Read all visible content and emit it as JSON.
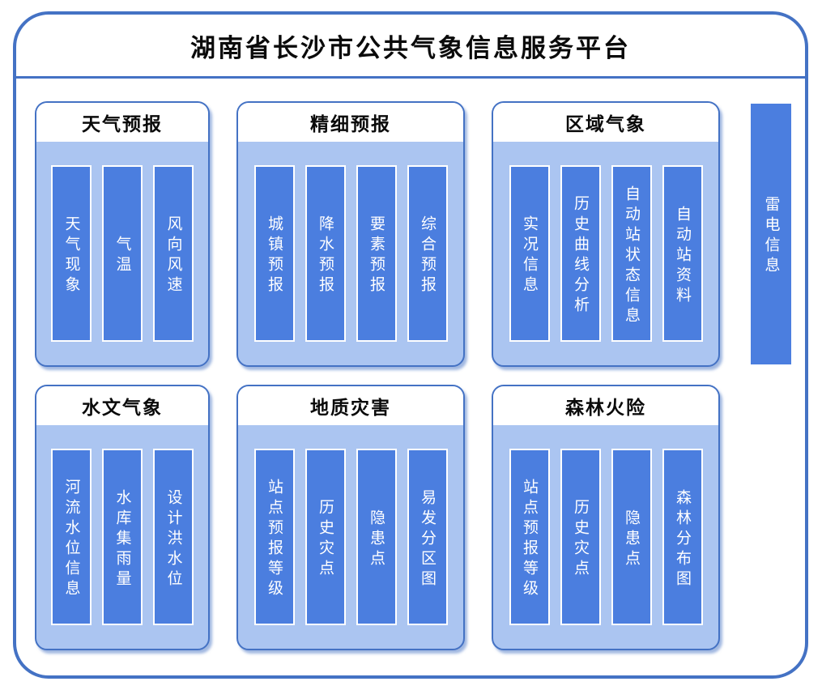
{
  "title": "湖南省长沙市公共气象信息服务平台",
  "colors": {
    "accent": "#4472C4",
    "bar_fill": "#4B7EDF",
    "panel_fill": "#ABC5F1",
    "bar_text": "#FFFFFF",
    "header_text": "#0A0A0A"
  },
  "groups": [
    {
      "id": "weather-forecast",
      "title": "天气预报",
      "items": [
        "天气现象",
        "气温",
        "风向风速"
      ]
    },
    {
      "id": "fine-forecast",
      "title": "精细预报",
      "items": [
        "城镇预报",
        "降水预报",
        "要素预报",
        "综合预报"
      ]
    },
    {
      "id": "regional-weather",
      "title": "区域气象",
      "items": [
        "实况信息",
        "历史曲线分析",
        "自动站状态信息",
        "自动站资料"
      ]
    },
    {
      "id": "hydrology-weather",
      "title": "水文气象",
      "items": [
        "河流水位信息",
        "水库集雨量",
        "设计洪水位"
      ]
    },
    {
      "id": "geological-disaster",
      "title": "地质灾害",
      "items": [
        "站点预报等级",
        "历史灾点",
        "隐患点",
        "易发分区图"
      ]
    },
    {
      "id": "forest-fire-risk",
      "title": "森林火险",
      "items": [
        "站点预报等级",
        "历史灾点",
        "隐患点",
        "森林分布图"
      ]
    }
  ],
  "side_bar": {
    "label": "雷电信息"
  }
}
